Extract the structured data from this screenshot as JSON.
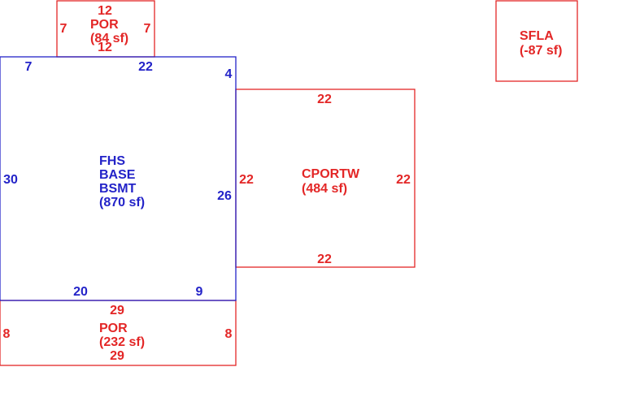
{
  "colors": {
    "red": "#e32626",
    "blue": "#2323c8"
  },
  "areas": {
    "por_top": {
      "label": "POR",
      "area": "(84 sf)",
      "dims": {
        "top": "12",
        "bottom": "12",
        "left": "7",
        "right": "7"
      }
    },
    "base": {
      "label_line1": "FHS",
      "label_line2": "BASE",
      "label_line3": "BSMT",
      "area": "(870 sf)",
      "dims": {
        "top_left": "7",
        "top": "22",
        "top_right": "4",
        "left": "30",
        "right": "26",
        "bottom": "20",
        "bottom_right": "9"
      }
    },
    "cportw": {
      "label": "CPORTW",
      "area": "(484 sf)",
      "dims": {
        "top": "22",
        "bottom": "22",
        "left": "22",
        "right": "22"
      }
    },
    "por_bottom": {
      "label": "POR",
      "area": "(232 sf)",
      "dims": {
        "top": "29",
        "bottom": "29",
        "left": "8",
        "right": "8"
      }
    },
    "sfla": {
      "label": "SFLA",
      "area": "(-87 sf)"
    }
  }
}
